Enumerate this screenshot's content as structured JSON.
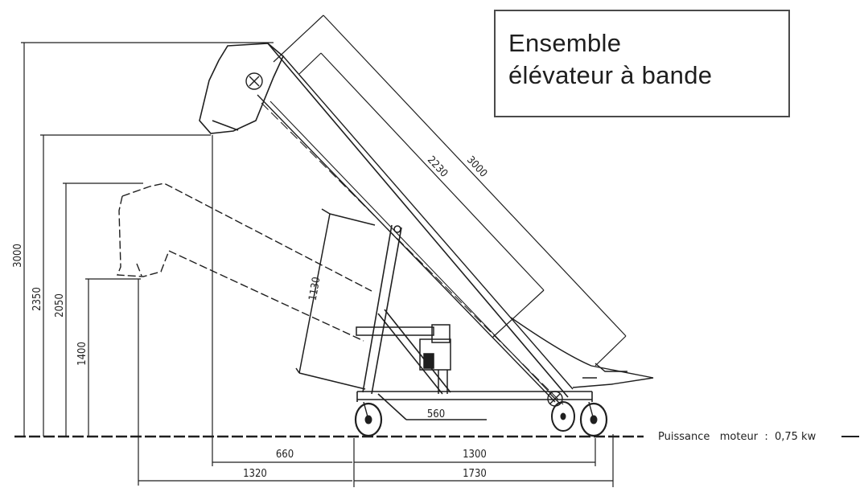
{
  "title": {
    "line1": "Ensemble",
    "line2": "élévateur à bande"
  },
  "dimensions": {
    "overall_height": "3000",
    "discharge_height_max": "2350",
    "discharge_height_mid": "2050",
    "discharge_height_low": "1400",
    "conveyor_length": "3000",
    "belt_length": "2230",
    "hopper_length": "1130",
    "strut_length": "560",
    "horizontal_660": "660",
    "horizontal_1320": "1320",
    "wheelbase": "1300",
    "chassis_length": "1730"
  },
  "motor_note": "Puissance   moteur  :  0,75 kw"
}
